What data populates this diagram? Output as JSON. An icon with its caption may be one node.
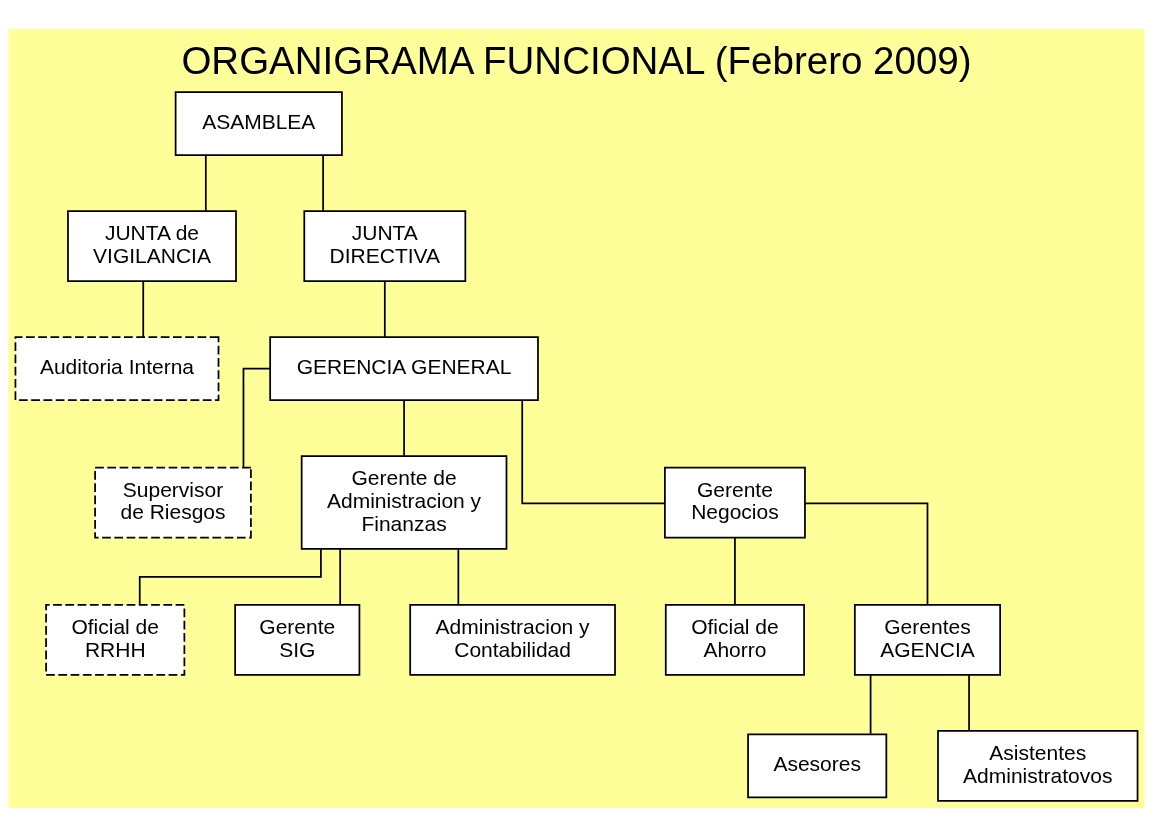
{
  "diagram": {
    "title": "ORGANIGRAMA FUNCIONAL (Febrero 2009)",
    "nodes": [
      {
        "text": [
          "ASAMBLEA"
        ]
      },
      {
        "text": [
          "JUNTA de VIGILANCIA"
        ]
      },
      {
        "text": [
          "JUNTA DIRECTIVA"
        ]
      },
      {
        "text": [
          "Auditoria Interna"
        ]
      },
      {
        "text": [
          "GERENCIA GENERAL"
        ]
      },
      {
        "text": [
          "Supervisor de Riesgos"
        ]
      },
      {
        "text": [
          "Gerente de Administracion y Finanzas"
        ]
      },
      {
        "text": [
          "Gerente Negocios"
        ]
      },
      {
        "text": [
          "Oficial de RRHH"
        ]
      },
      {
        "text": [
          "Gerente SIG"
        ]
      },
      {
        "text": [
          "Administracion y Contabilidad"
        ]
      },
      {
        "text": [
          "Oficial de Ahorro"
        ]
      },
      {
        "text": [
          "Gerentes AGENCIA"
        ]
      },
      {
        "text": [
          "Asesores"
        ]
      },
      {
        "text": [
          "Asistentes Administratovos"
        ]
      }
    ],
    "edges": [
      {
        "from": 0,
        "to": 1,
        "arrow": "none"
      },
      {
        "from": 0,
        "to": 2,
        "arrow": "none"
      },
      {
        "from": 1,
        "to": 3,
        "arrow": "none"
      },
      {
        "from": 2,
        "to": 4,
        "arrow": "none"
      },
      {
        "from": 4,
        "to": 5,
        "arrow": "none"
      },
      {
        "from": 4,
        "to": 6,
        "arrow": "none"
      },
      {
        "from": 4,
        "to": 7,
        "arrow": "none"
      },
      {
        "from": 6,
        "to": 8,
        "arrow": "none"
      },
      {
        "from": 6,
        "to": 9,
        "arrow": "none"
      },
      {
        "from": 6,
        "to": 10,
        "arrow": "none"
      },
      {
        "from": 7,
        "to": 11,
        "arrow": "none"
      },
      {
        "from": 7,
        "to": 12,
        "arrow": "none"
      },
      {
        "from": 12,
        "to": 13,
        "arrow": "none"
      },
      {
        "from": 12,
        "to": 14,
        "arrow": "none"
      }
    ]
  }
}
